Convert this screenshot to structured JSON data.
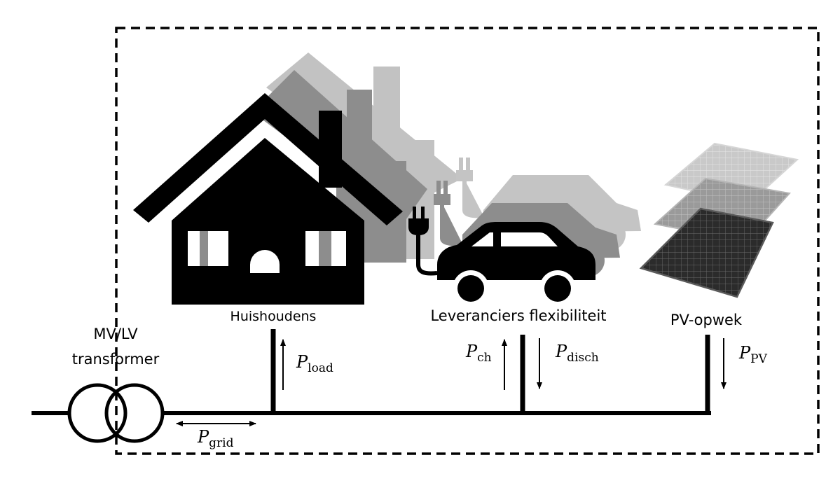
{
  "labels": {
    "transformer_line1": "MV/LV",
    "transformer_line2": "transformer",
    "households": "Huishoudens",
    "flexibility_providers": "Leveranciers flexibiliteit",
    "pv_generation": "PV-opwek"
  },
  "power_flows": {
    "grid": {
      "symbol": "P",
      "subscript": "grid",
      "direction": "bidirectional"
    },
    "load": {
      "symbol": "P",
      "subscript": "load",
      "direction": "up"
    },
    "charge": {
      "symbol": "P",
      "subscript": "ch",
      "direction": "up"
    },
    "discharge": {
      "symbol": "P",
      "subscript": "disch",
      "direction": "down"
    },
    "pv": {
      "symbol": "P",
      "subscript": "PV",
      "direction": "down"
    }
  },
  "icons": [
    "house-icon",
    "electric-car-icon",
    "solar-panel-icon",
    "transformer-icon"
  ],
  "colors": {
    "foreground": "#000000",
    "ghost_dark": "#8a8a8a",
    "ghost_light": "#b8b8b8",
    "solar_cell": "#2a2a2a"
  }
}
